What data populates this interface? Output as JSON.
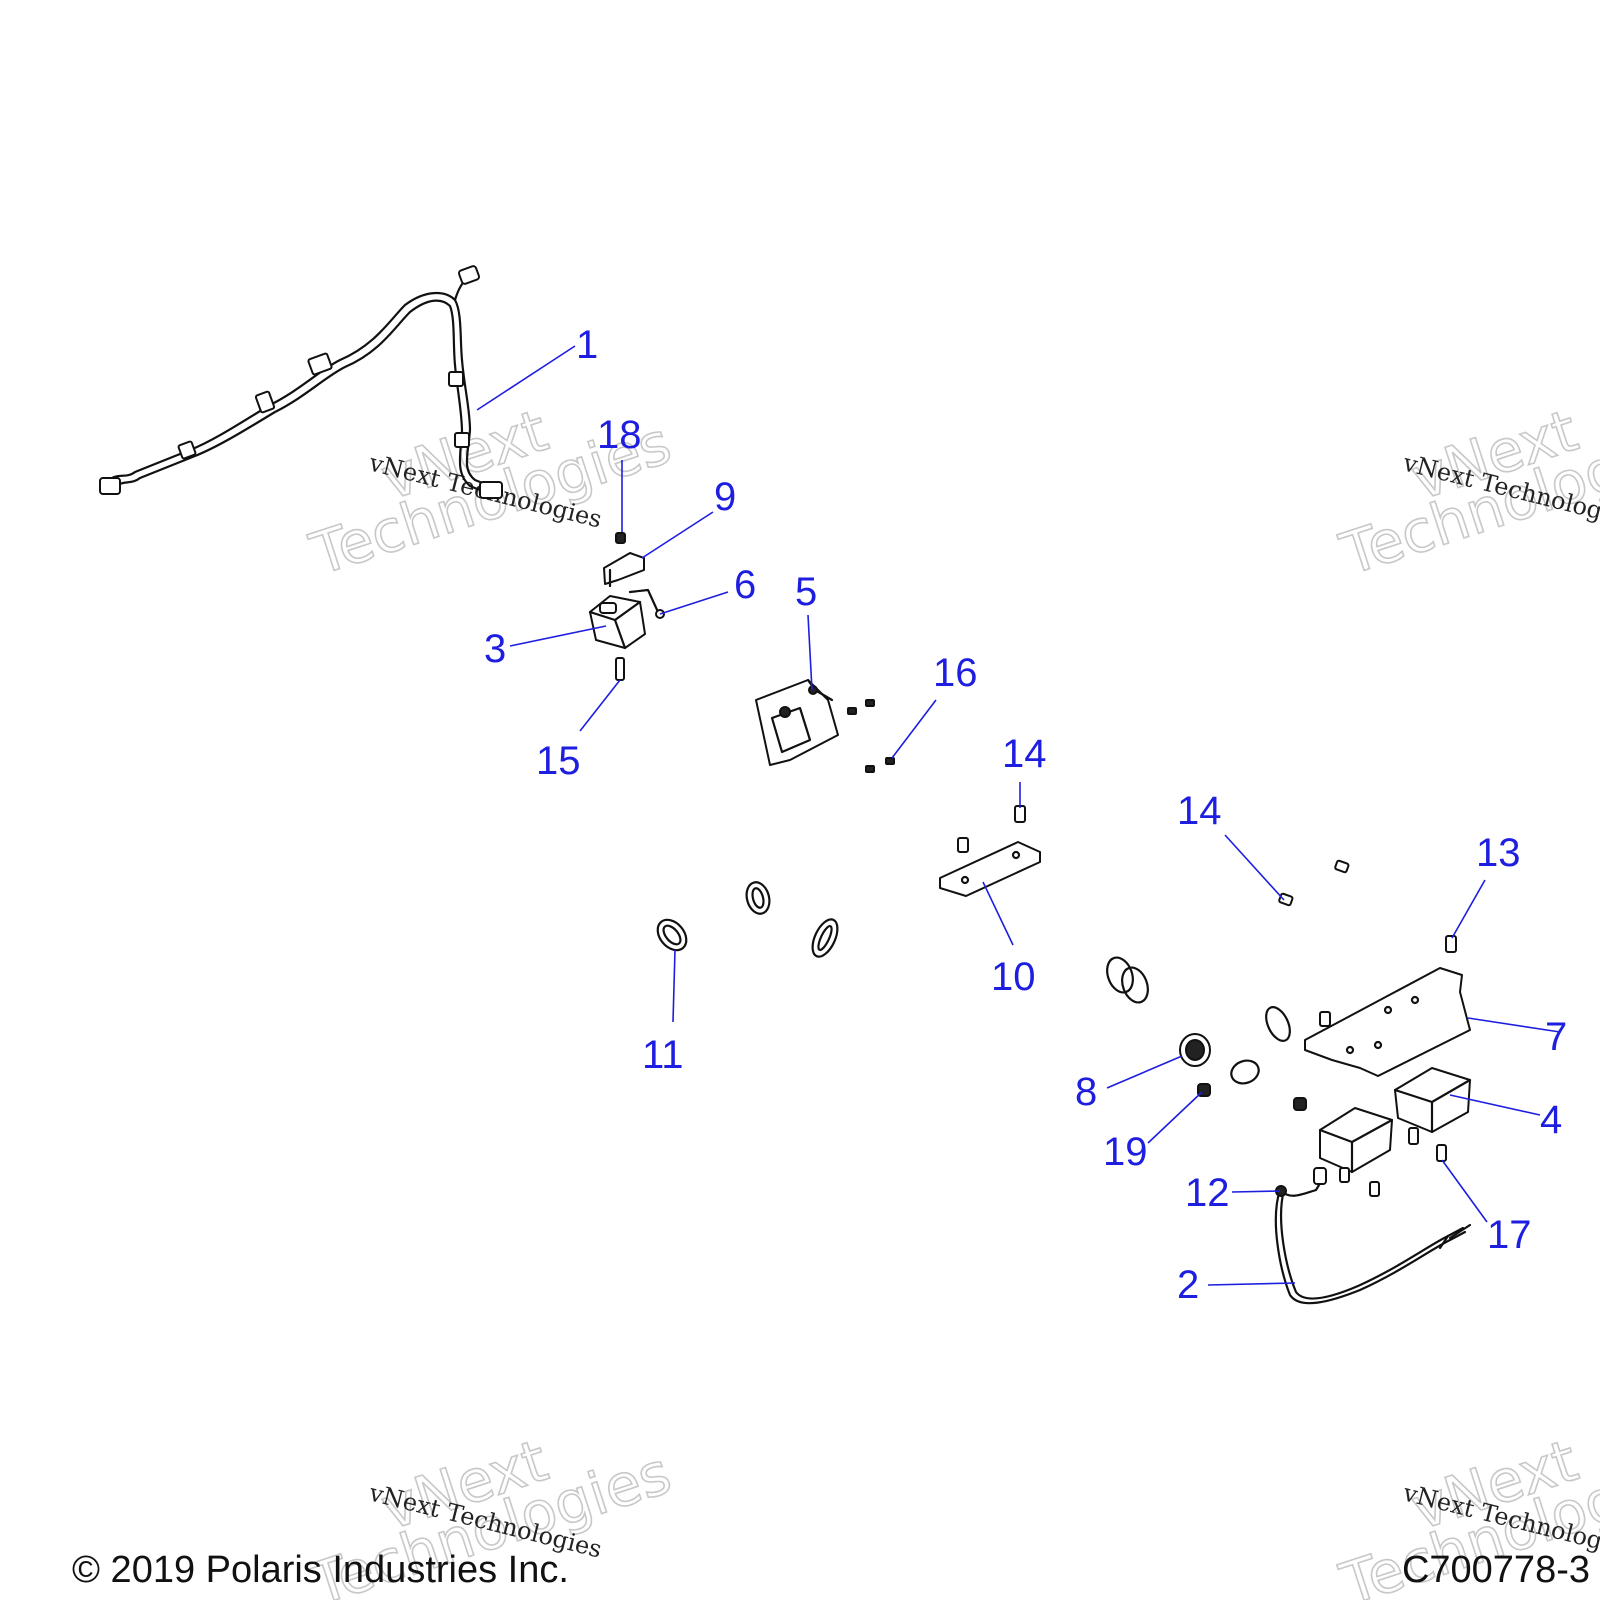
{
  "callouts": [
    "1",
    "2",
    "3",
    "4",
    "5",
    "6",
    "7",
    "8",
    "9",
    "10",
    "11",
    "12",
    "13",
    "14",
    "14",
    "15",
    "16",
    "17",
    "18",
    "19"
  ],
  "watermark": {
    "script_text": "vNext Technologies",
    "outline_line1": "vNext",
    "outline_line2": "Technologies"
  },
  "footer": {
    "copyright": "© 2019 Polaris Industries Inc.",
    "drawing_number": "C700778-3"
  },
  "colors": {
    "callout": "#1e1ee0",
    "linework": "#111111",
    "watermark_outline": "#c8c8c8"
  }
}
